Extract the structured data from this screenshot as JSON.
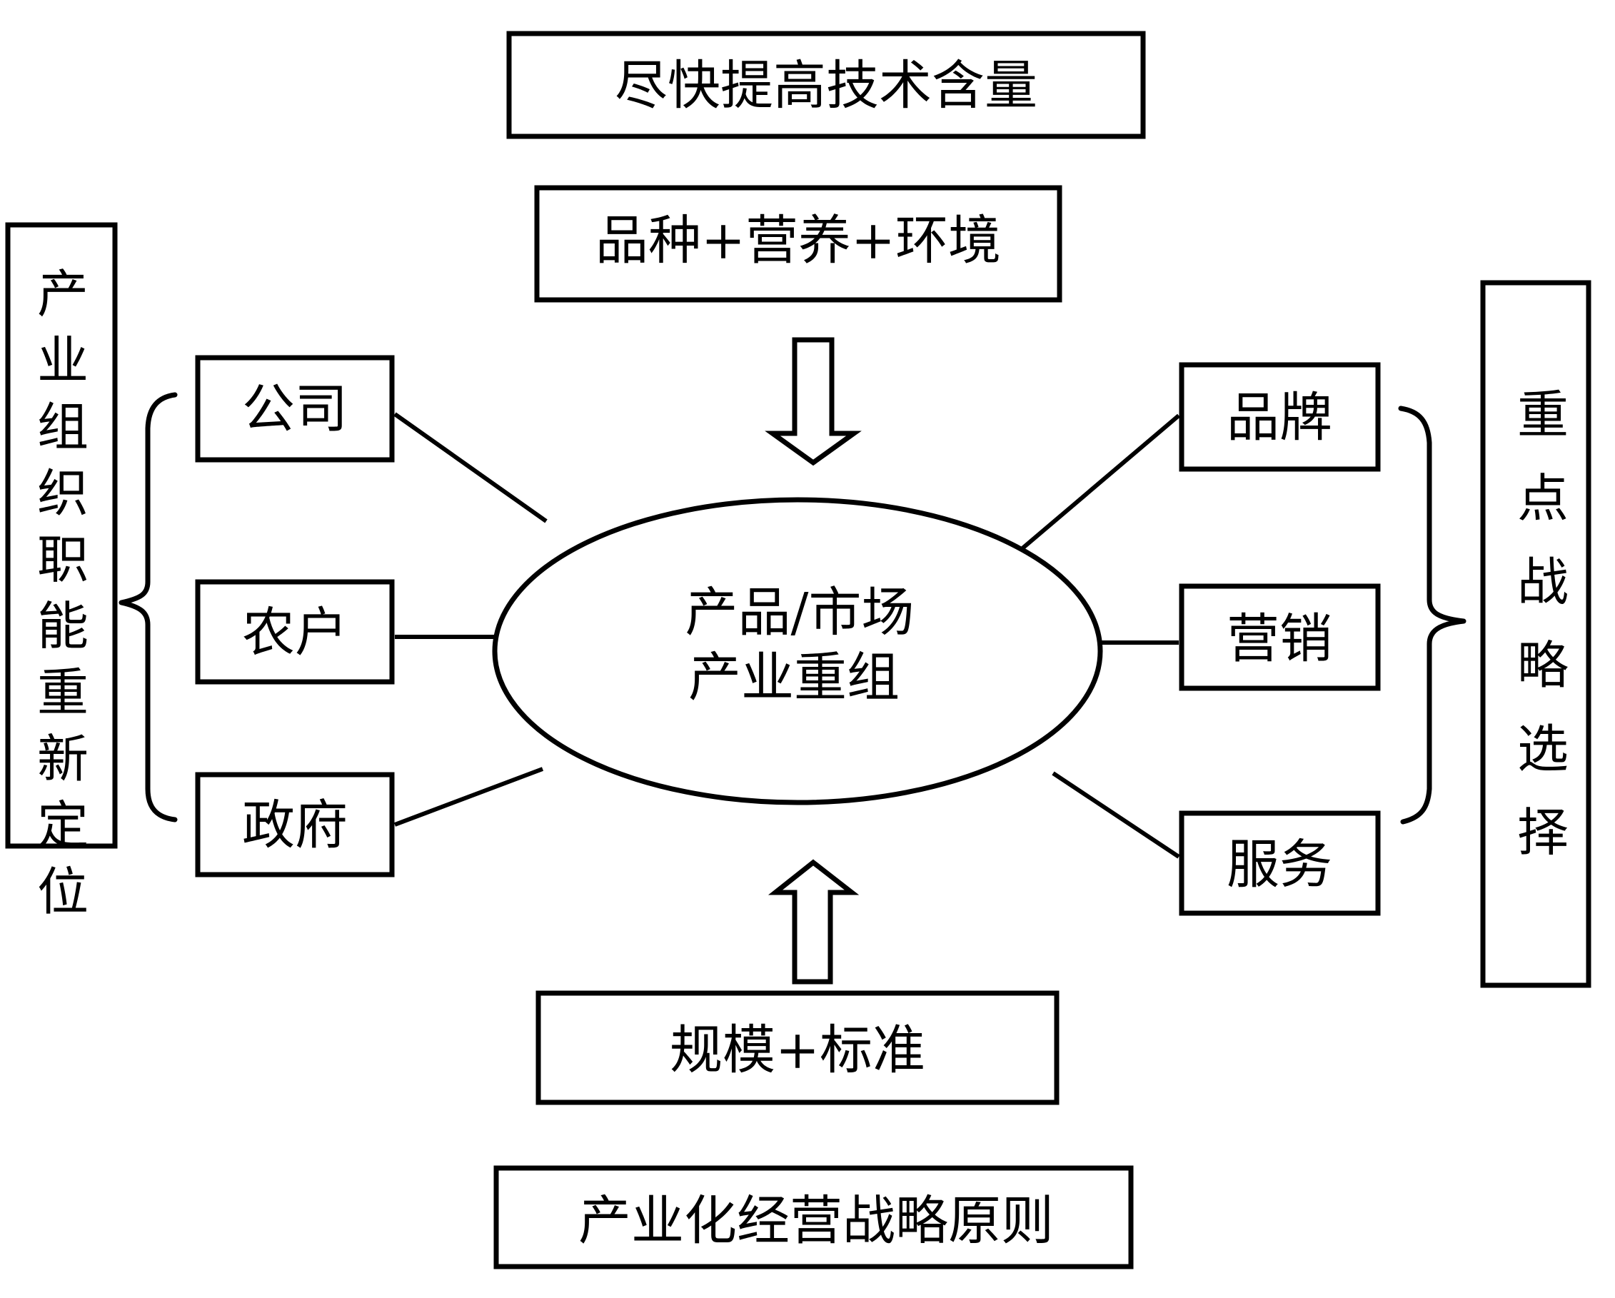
{
  "diagram": {
    "title_box": "尽快提高技术含量",
    "top_input": "品种+营养+环境",
    "bottom_input": "规模+标准",
    "footer_box": "产业化经营战略原则",
    "center": {
      "line1": "产品/市场",
      "line2": "产业重组"
    },
    "left_group": {
      "label": "产业组织职能重新定位",
      "items": [
        "公司",
        "农户",
        "政府"
      ]
    },
    "right_group": {
      "label": "重点战略选择",
      "items": [
        "品牌",
        "营销",
        "服务"
      ]
    }
  }
}
